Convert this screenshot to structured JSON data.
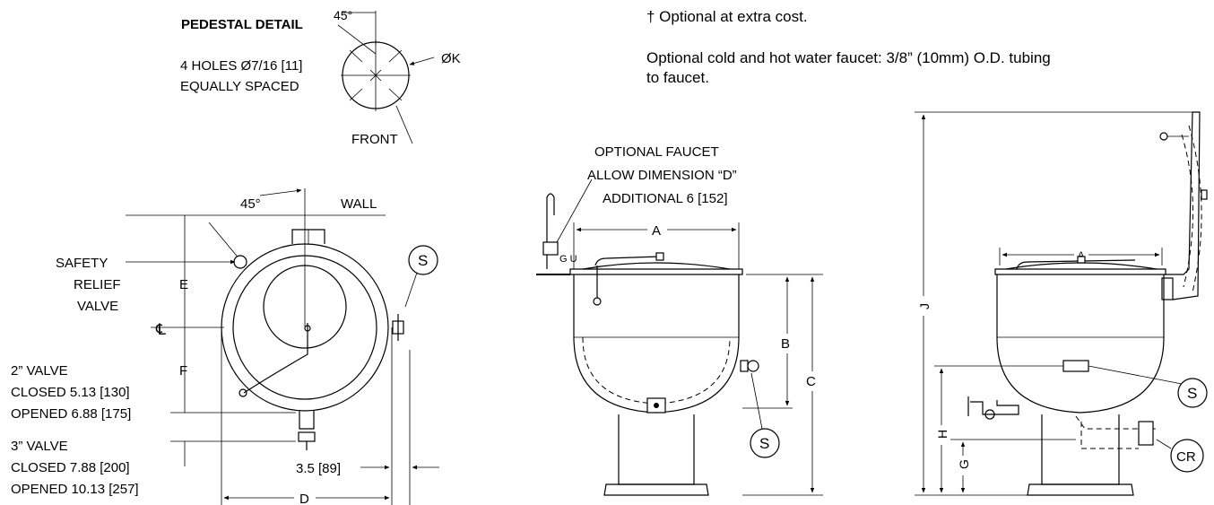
{
  "notes": {
    "optional_cost": "† Optional at extra cost.",
    "faucet_line1": "Optional cold and hot water faucet: 3/8” (10mm) O.D. tubing",
    "faucet_line2": "to faucet."
  },
  "pedestal_detail": {
    "title": "PEDESTAL DETAIL",
    "angle": "45°",
    "holes_line1": "4 HOLES Ø7/16 [11]",
    "holes_line2": "EQUALLY SPACED",
    "dia_k": "ØK",
    "front": "FRONT"
  },
  "top_view": {
    "angle": "45°",
    "wall": "WALL",
    "safety_line1": "SAFETY",
    "safety_line2": "RELIEF",
    "safety_line3": "VALVE",
    "label_e": "E",
    "label_cl": "℄",
    "label_f": "F",
    "valve2_title": "2” VALVE",
    "valve2_closed": "CLOSED 5.13 [130]",
    "valve2_opened": "OPENED 6.88 [175]",
    "valve3_title": "3” VALVE",
    "valve3_closed": "CLOSED 7.88 [200]",
    "valve3_opened": "OPENED 10.13 [257]",
    "dim_35": "3.5 [89]",
    "label_d": "D",
    "label_s": "S"
  },
  "front_view": {
    "faucet_line1": "OPTIONAL FAUCET",
    "faucet_line2": "ALLOW DIMENSION “D”",
    "faucet_line3": "ADDITIONAL 6 [152]",
    "label_a": "A",
    "label_b": "B",
    "label_c": "C",
    "label_s": "S"
  },
  "side_view": {
    "label_a": "A",
    "label_j": "J",
    "label_h": "H",
    "label_g": "G",
    "label_s": "S",
    "label_cr": "CR"
  }
}
